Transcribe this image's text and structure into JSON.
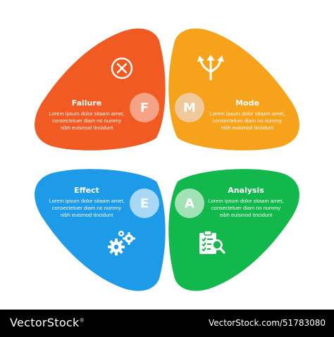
{
  "petals": [
    {
      "id": "failure",
      "title": "Failure",
      "body": [
        "Lorem ipsum dolor sitaam amet,",
        "consectetuer diam no nummy",
        "nibh euismod tincidunt"
      ],
      "color": "#f15a22",
      "icon": "close-circle-icon"
    },
    {
      "id": "mode",
      "title": "Mode",
      "body": [
        "Lorem ipsum dolor sitaam amet,",
        "consectetuer diam no nummy",
        "nibh euismod tincidunt"
      ],
      "color": "#f7a21b",
      "icon": "diverging-arrows-icon"
    },
    {
      "id": "effect",
      "title": "Effect",
      "body": [
        "Lorem ipsum dolor sitaam amet,",
        "consectetuer diam no nummy",
        "nibh euismod tincidunt"
      ],
      "color": "#1e9be8",
      "icon": "gears-icon"
    },
    {
      "id": "analysis",
      "title": "Analysis",
      "body": [
        "Lorem ipsum dolor sitaam amet,",
        "consectetuer diam no nummy",
        "nibh euismod tincidunt"
      ],
      "color": "#12b84b",
      "icon": "clipboard-search-icon"
    }
  ],
  "letters": [
    {
      "letter": "F",
      "color": "#f6a285"
    },
    {
      "letter": "M",
      "color": "#f0c99a"
    },
    {
      "letter": "E",
      "color": "#a8d8f5"
    },
    {
      "letter": "A",
      "color": "#a3e2b6"
    }
  ],
  "footer": {
    "brand": "VectorStock",
    "reg": "®",
    "image_id": "VectorStock.com/51783080"
  }
}
